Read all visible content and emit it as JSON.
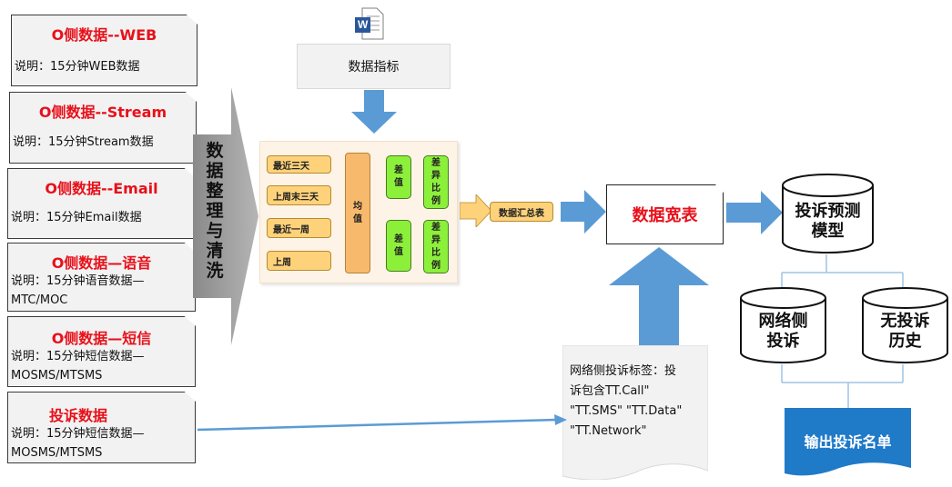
{
  "sources": [
    {
      "title": "O侧数据--WEB",
      "desc": "说明：15分钟WEB数据"
    },
    {
      "title": "O侧数据--Stream",
      "desc": "说明：15分钟Stream数据"
    },
    {
      "title": "O侧数据--Email",
      "desc": "说明：15分钟Email数据"
    },
    {
      "title": "O侧数据—语音",
      "desc": "说明：15分钟语音数据—MTC/MOC"
    },
    {
      "title": "O侧数据—短信",
      "desc": "说明：15分钟短信数据—MOSMS/MTSMS"
    },
    {
      "title": "投诉数据",
      "desc": "说明：15分钟短信数据—MOSMS/MTSMS"
    }
  ],
  "cleaning_label": "数据整理与清洗",
  "word_icon_letter": "W",
  "metrics_box": "数据指标",
  "process": {
    "periods": [
      "最近三天",
      "上周末三天",
      "最近一周",
      "上周"
    ],
    "mean": "均值",
    "diff_1": "差值",
    "ratio_1": "差异比例",
    "diff_2": "差值",
    "ratio_2": "差异比例",
    "summary": "数据汇总表"
  },
  "wide_table": "数据宽表",
  "predict_model": "投诉预测模型",
  "network_side": "网络侧投诉",
  "no_history": "无投诉历史",
  "output": "输出投诉名单",
  "note": {
    "line1": "网络侧投诉标签：投",
    "line2": "诉包含TT.Call\"",
    "line3": "\"TT.SMS\" \"TT.Data\"",
    "line4": "\"TT.Network\""
  },
  "colors": {
    "red": "#e8101a",
    "blue_arrow": "#5b9bd5",
    "output_blue": "#1f7ac8"
  }
}
